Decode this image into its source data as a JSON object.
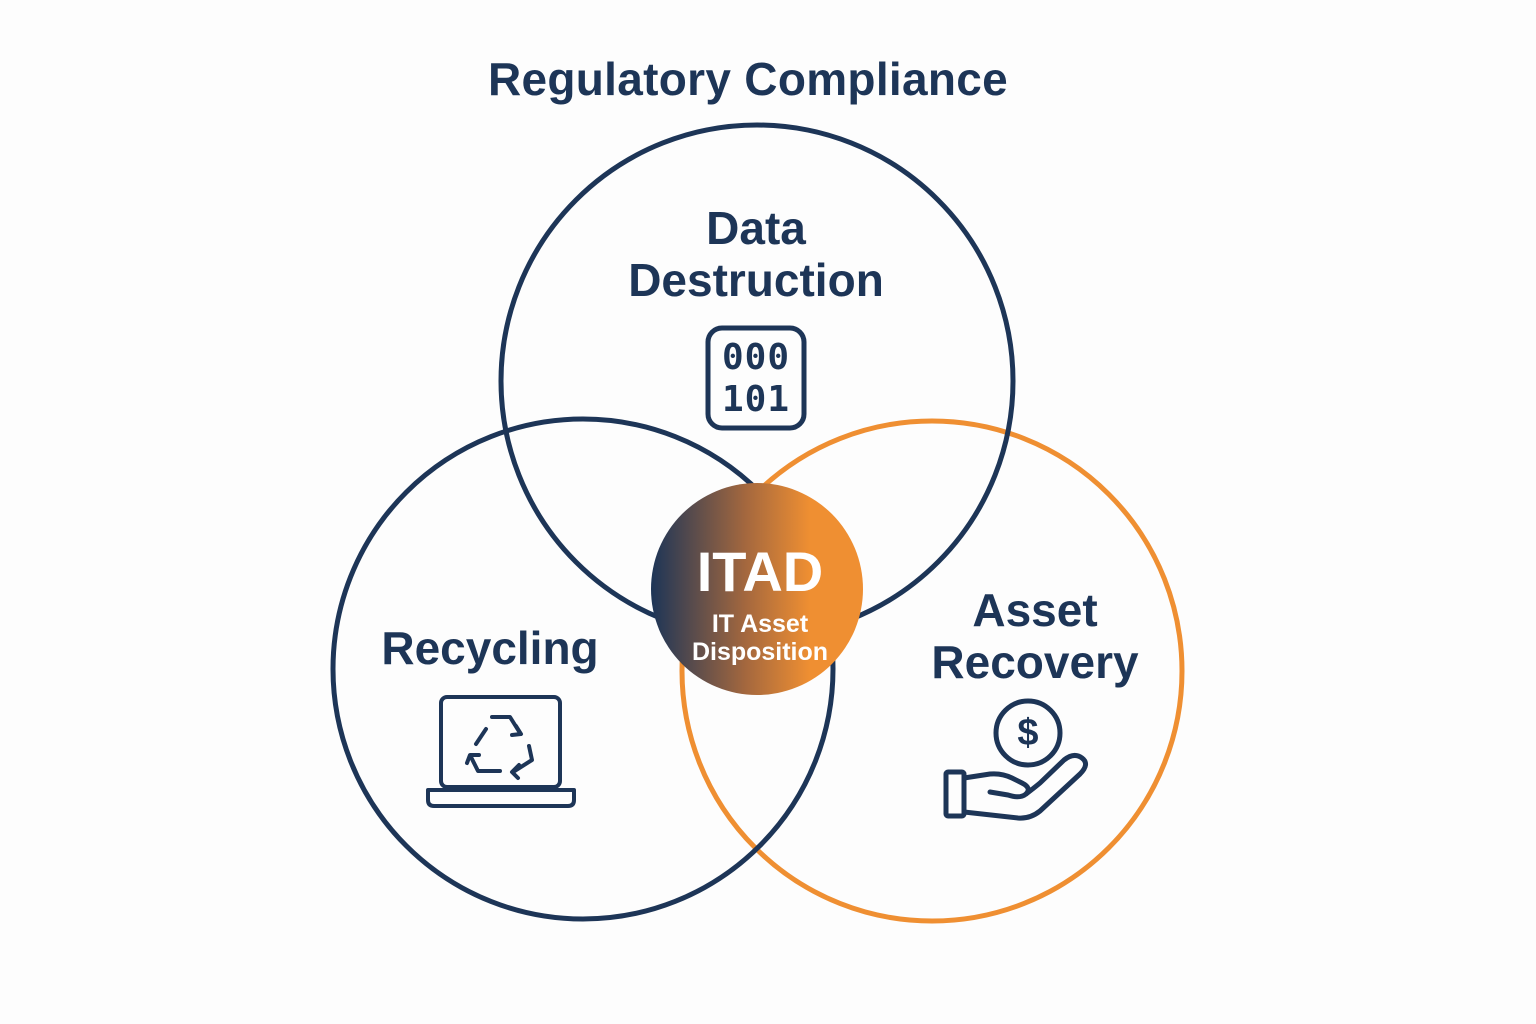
{
  "title": "Regulatory Compliance",
  "circles": {
    "data_destruction": {
      "line1": "Data",
      "line2": "Destruction"
    },
    "recycling": {
      "label": "Recycling"
    },
    "asset_recovery": {
      "line1": "Asset",
      "line2": "Recovery"
    }
  },
  "center": {
    "abbr": "ITAD",
    "line1": "IT Asset",
    "line2": "Disposition"
  },
  "icons": {
    "binary": {
      "name": "binary-data-icon",
      "row1": "000",
      "row2": "101"
    },
    "recycle": {
      "name": "laptop-recycle-icon"
    },
    "money": {
      "name": "hand-dollar-icon",
      "symbol": "$"
    }
  },
  "colors": {
    "navy": "#1d3557",
    "orange": "#ef8f32",
    "background": "#fdfdfd"
  }
}
